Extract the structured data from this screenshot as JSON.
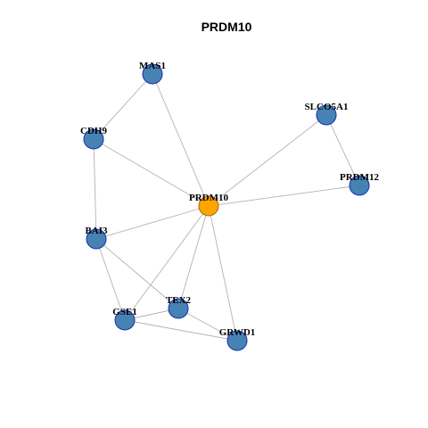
{
  "title": "PRDM10",
  "colors": {
    "center_fill": "#FFA500",
    "center_stroke": "#9c6d1f",
    "node_fill": "#4682B4",
    "node_stroke": "#1a2fb0",
    "edge": "#b3b3b3",
    "label": "#000000"
  },
  "nodes": [
    {
      "id": "PRDM10",
      "label": "PRDM10",
      "center": true
    },
    {
      "id": "MAS1",
      "label": "MAS1"
    },
    {
      "id": "CDH9",
      "label": "CDH9"
    },
    {
      "id": "SLCO5A1",
      "label": "SLCO5A1"
    },
    {
      "id": "PRDM12",
      "label": "PRDM12"
    },
    {
      "id": "BAI3",
      "label": "BAI3"
    },
    {
      "id": "TEX2",
      "label": "TEX2"
    },
    {
      "id": "GSE1",
      "label": "GSE1"
    },
    {
      "id": "GRWD1",
      "label": "GRWD1"
    }
  ],
  "edges": [
    [
      "MAS1",
      "CDH9"
    ],
    [
      "MAS1",
      "PRDM10"
    ],
    [
      "CDH9",
      "PRDM10"
    ],
    [
      "CDH9",
      "BAI3"
    ],
    [
      "SLCO5A1",
      "PRDM10"
    ],
    [
      "SLCO5A1",
      "PRDM12"
    ],
    [
      "PRDM12",
      "PRDM10"
    ],
    [
      "BAI3",
      "PRDM10"
    ],
    [
      "BAI3",
      "TEX2"
    ],
    [
      "BAI3",
      "GSE1"
    ],
    [
      "PRDM10",
      "GSE1"
    ],
    [
      "PRDM10",
      "TEX2"
    ],
    [
      "PRDM10",
      "GRWD1"
    ],
    [
      "TEX2",
      "GSE1"
    ],
    [
      "TEX2",
      "GRWD1"
    ],
    [
      "GSE1",
      "GRWD1"
    ]
  ]
}
